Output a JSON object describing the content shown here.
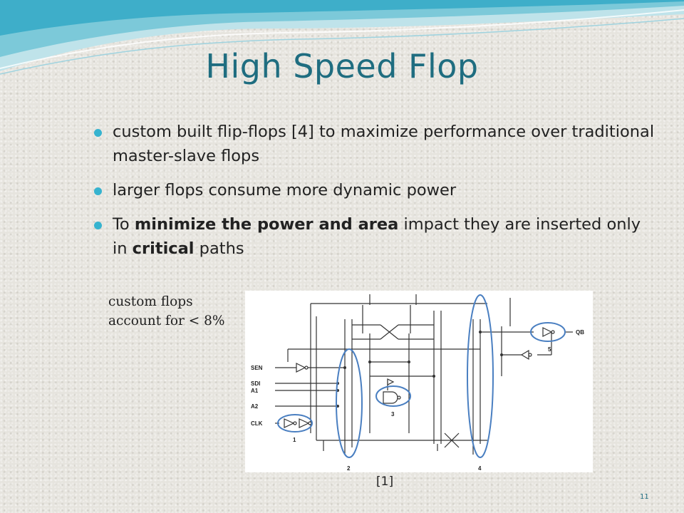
{
  "slide": {
    "title": "High Speed Flop",
    "bullets": [
      {
        "text": "custom built flip-flops [4] to maximize performance over traditional master-slave flops"
      },
      {
        "text": "larger flops consume more dynamic power"
      },
      {
        "pre": "To ",
        "bold1": "minimize the power and area",
        "mid": " impact they are inserted only in ",
        "bold2": "critical",
        "post": " paths"
      }
    ],
    "note_line1": "custom flops",
    "note_line2": "account for < 8%",
    "citation": "[1]",
    "page_number": "11"
  },
  "circuit": {
    "input_labels": [
      "SEN",
      "SDI",
      "A1",
      "A2",
      "CLK"
    ],
    "output_label": "QB",
    "block_labels": [
      "1",
      "2",
      "3",
      "4",
      "5"
    ]
  },
  "colors": {
    "title": "#1f6d80",
    "bullet": "#36b3cf",
    "highlight": "#4a7fc1"
  }
}
